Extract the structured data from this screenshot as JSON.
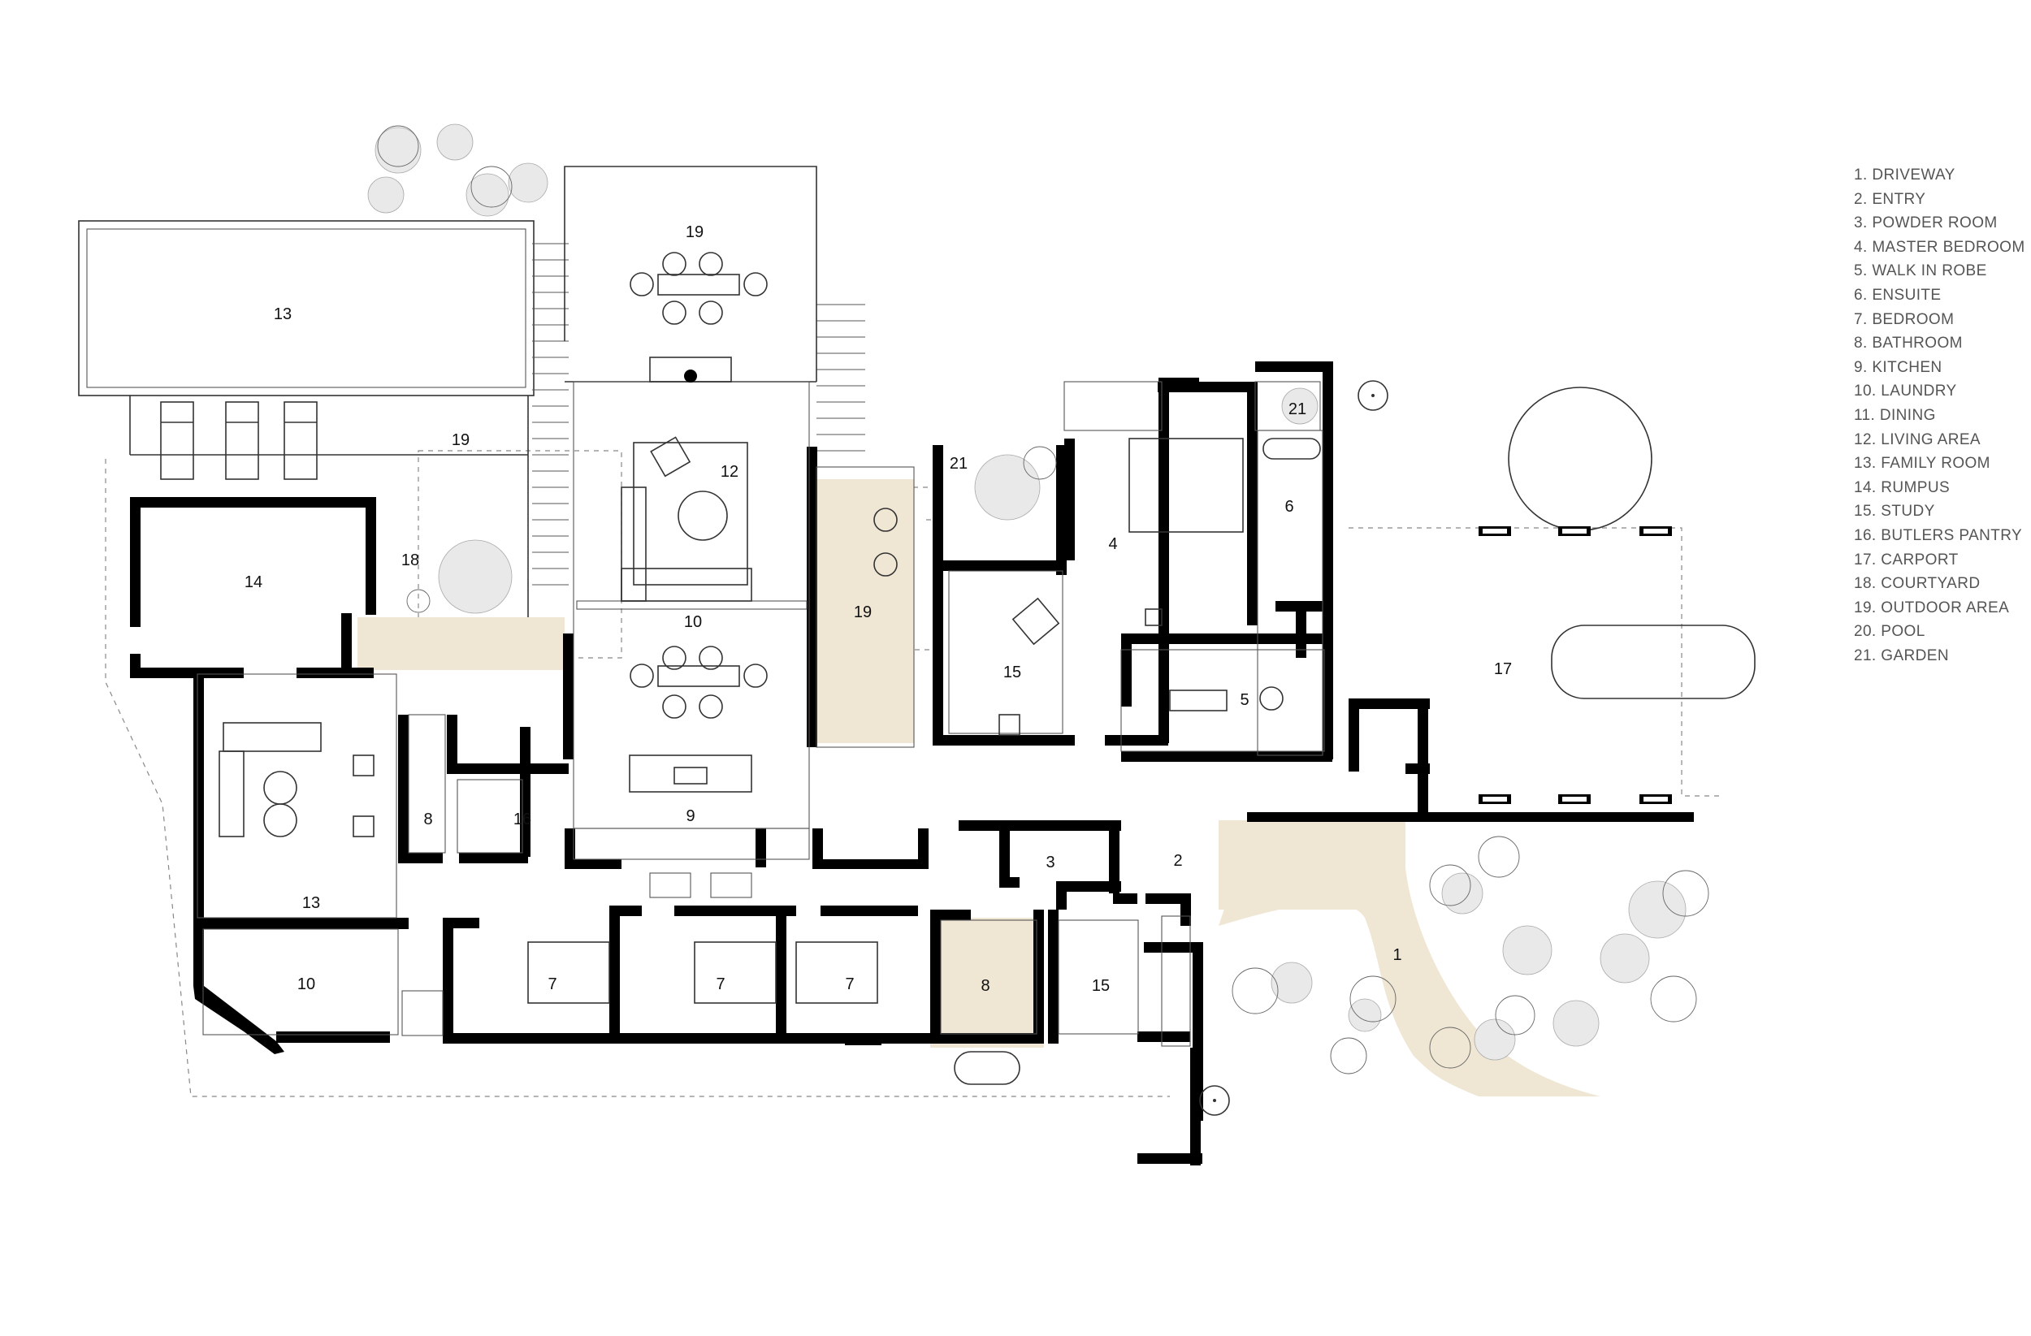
{
  "plan": {
    "room_labels": {
      "pool": "13",
      "outdoor_north": "19",
      "outdoor_west": "19",
      "outdoor_east": "19",
      "rumpus_room": "14",
      "courtyard": "18",
      "living": "12",
      "dining": "10",
      "kitchen": "9",
      "garden_a": "21",
      "garden_b": "21",
      "master_bedroom": "4",
      "ensuite": "6",
      "walk_in_robe": "5",
      "study_north": "15",
      "carport": "17",
      "family_room": "13",
      "bathroom_west": "8",
      "butlers_pantry": "16",
      "laundry": "10",
      "powder_room": "3",
      "entry": "2",
      "bedroom_1": "7",
      "bedroom_2": "7",
      "bedroom_3": "7",
      "bathroom_south": "8",
      "study_south": "15",
      "driveway": "1"
    }
  },
  "legend": [
    "1. DRIVEWAY",
    "2. ENTRY",
    "3. POWDER ROOM",
    "4. MASTER BEDROOM",
    "5. WALK IN ROBE",
    "6. ENSUITE",
    "7. BEDROOM",
    "8. BATHROOM",
    "9. KITCHEN",
    "10. LAUNDRY",
    "11. DINING",
    "12. LIVING AREA",
    "13. FAMILY ROOM",
    "14. RUMPUS",
    "15. STUDY",
    "16. BUTLERS PANTRY",
    "17. CARPORT",
    "18. COURTYARD",
    "19. OUTDOOR AREA",
    "20. POOL",
    "21. GARDEN"
  ]
}
